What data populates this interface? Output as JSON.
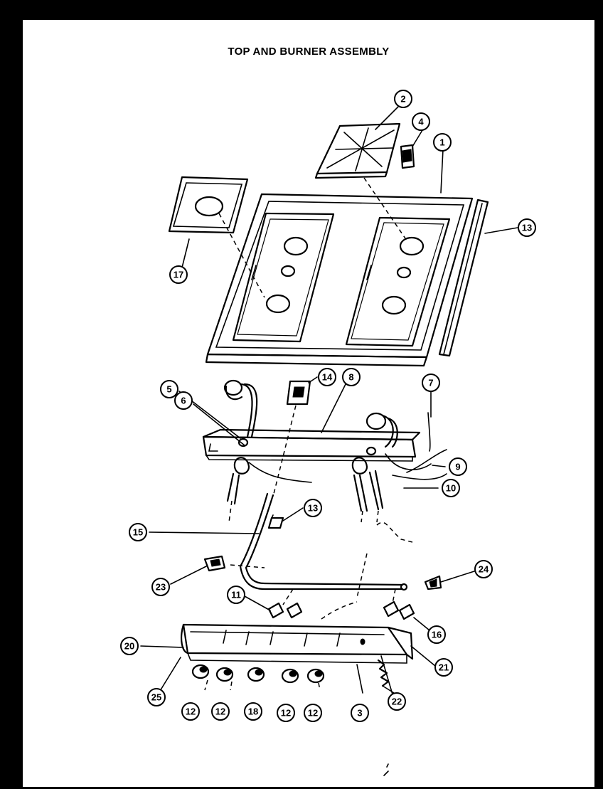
{
  "title": "TOP AND BURNER ASSEMBLY",
  "callouts": [
    "1",
    "2",
    "4",
    "13",
    "17",
    "5",
    "6",
    "14",
    "8",
    "7",
    "9",
    "10",
    "13",
    "15",
    "23",
    "24",
    "11",
    "16",
    "20",
    "21",
    "25",
    "12",
    "12",
    "18",
    "12",
    "12",
    "3",
    "22"
  ]
}
